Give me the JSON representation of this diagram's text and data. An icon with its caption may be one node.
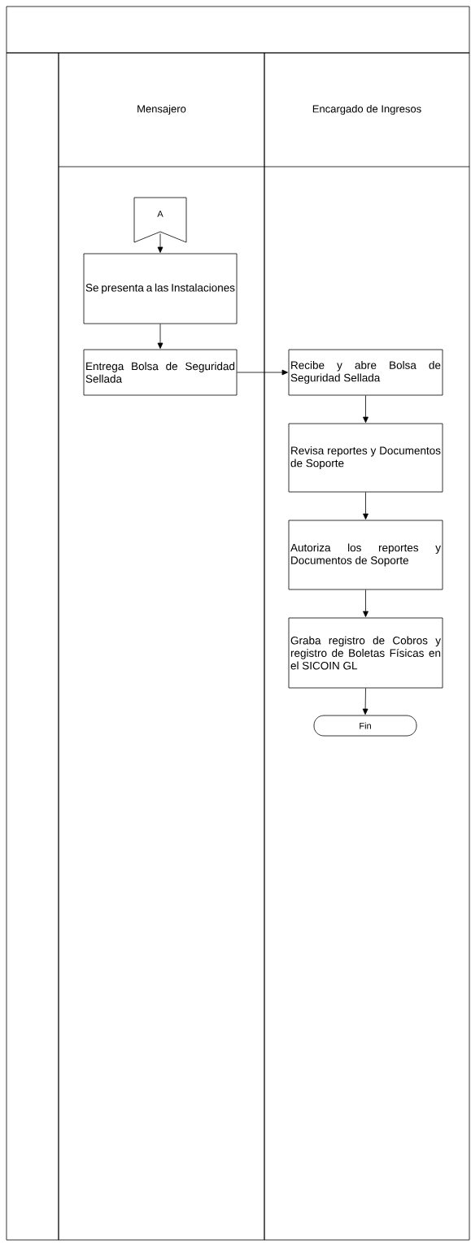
{
  "diagram": {
    "nodes": [
      {
        "text": [],
        "shape": "box"
      },
      {
        "text": [],
        "shape": "box"
      },
      {
        "text": [
          "Mensajero"
        ]
      },
      {
        "text": [
          "Encargado de Ingresos"
        ]
      },
      {
        "text": [
          "A"
        ],
        "in": 2
      },
      {
        "text": [
          "Se presenta a las Instalaciones"
        ],
        "in": 2
      },
      {
        "text": [
          "Entrega Bolsa de Seguridad Sellada"
        ],
        "in": 2
      },
      {
        "text": [
          "Recibe y abre Bolsa de Seguridad Sellada"
        ],
        "in": 3
      },
      {
        "text": [
          "Revisa reportes y Documentos de Soporte"
        ],
        "in": 3
      },
      {
        "text": [
          "Autoriza los reportes y Documentos de Soporte"
        ],
        "in": 3
      },
      {
        "text": [
          "Graba registro de Cobros y registro de Boletas Físicas en el SICOIN GL"
        ],
        "in": 3
      },
      {
        "text": [
          "Fin"
        ],
        "in": 3
      }
    ],
    "edges": [
      {
        "from": 4,
        "to": 5,
        "arrow": "to"
      },
      {
        "from": 5,
        "to": 6,
        "arrow": "to"
      },
      {
        "from": 6,
        "to": 7,
        "arrow": "to"
      },
      {
        "from": 7,
        "to": 8,
        "arrow": "to"
      },
      {
        "from": 8,
        "to": 9,
        "arrow": "to"
      },
      {
        "from": 9,
        "to": 10,
        "arrow": "to"
      },
      {
        "from": 10,
        "to": 11,
        "arrow": "to"
      }
    ]
  }
}
